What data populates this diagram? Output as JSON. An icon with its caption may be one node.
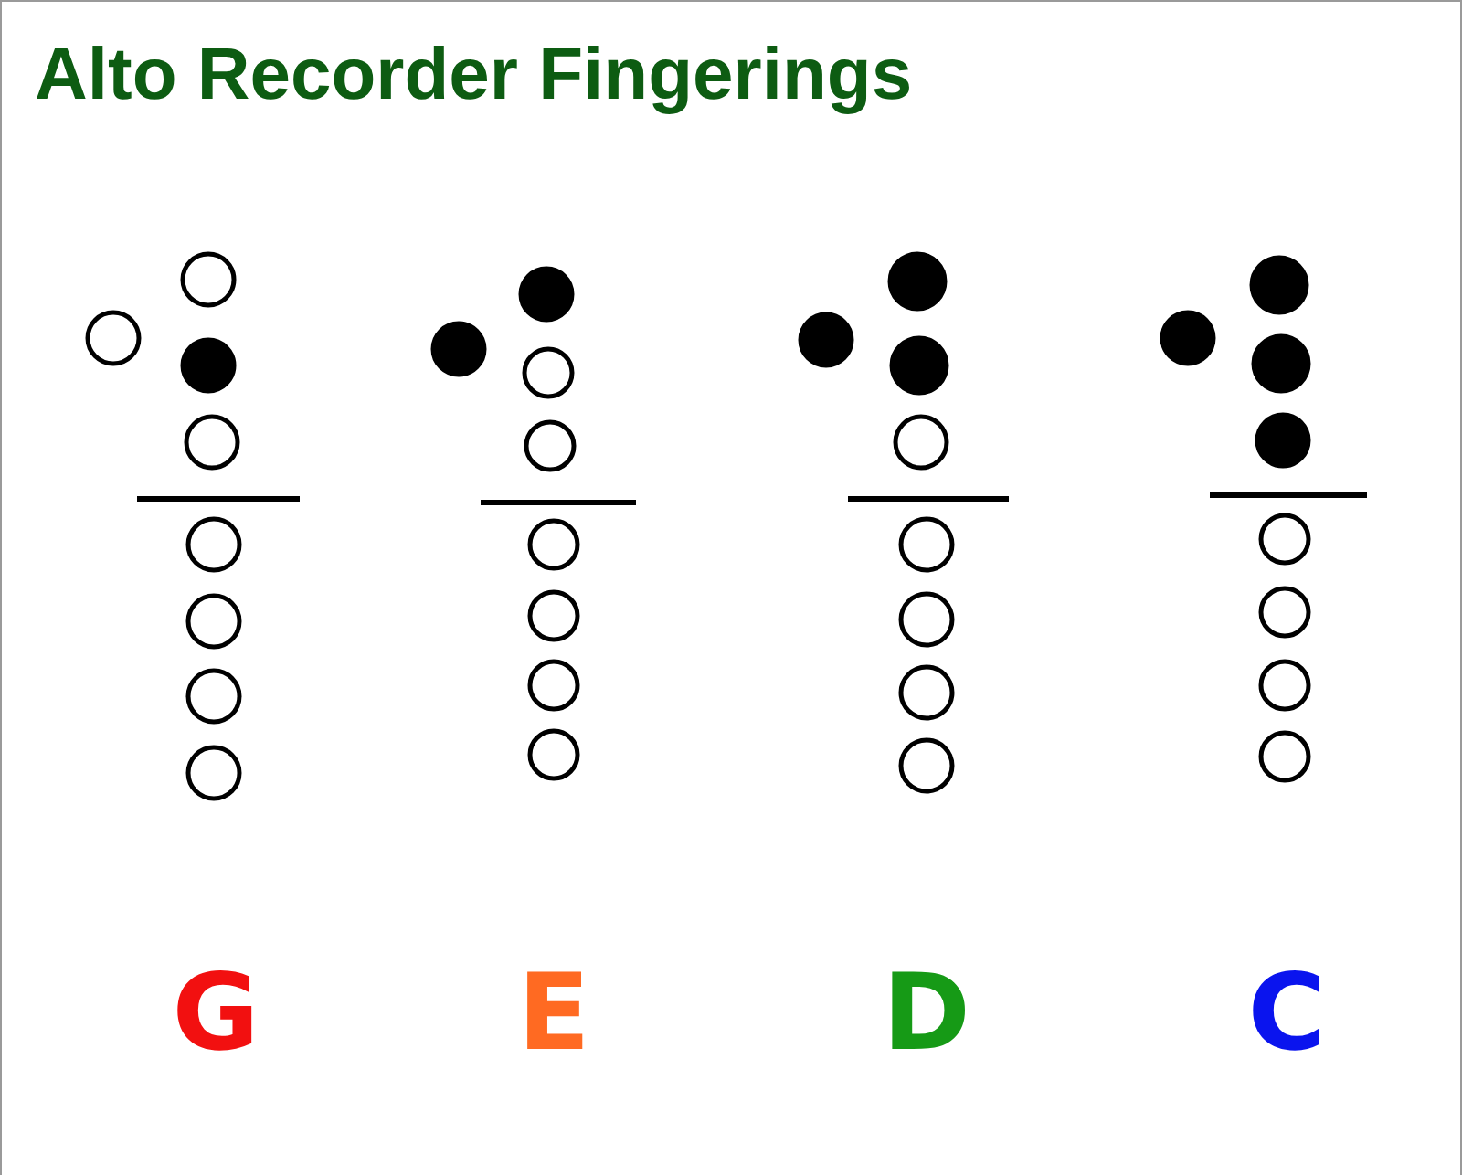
{
  "diagram": {
    "title": "Alto Recorder Fingerings",
    "labels": [
      "G",
      "E",
      "D",
      "C"
    ]
  }
}
